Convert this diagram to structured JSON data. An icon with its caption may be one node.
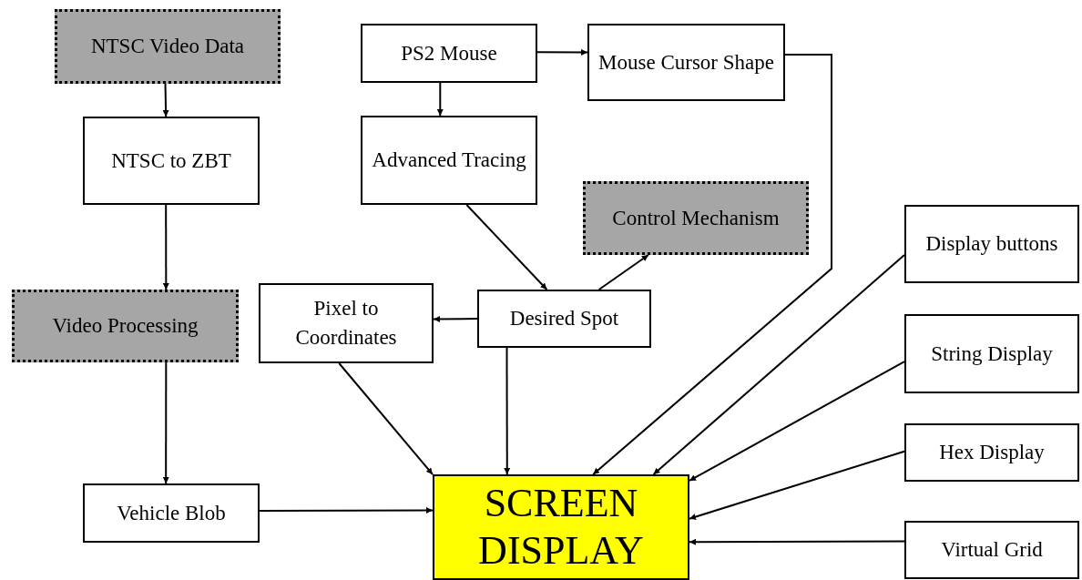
{
  "diagram": {
    "nodes": [
      {
        "text": [
          "NTSC Video Data"
        ]
      },
      {
        "text": [
          "PS2 Mouse"
        ]
      },
      {
        "text": [
          "Mouse Cursor Shape"
        ]
      },
      {
        "text": [
          "NTSC to ZBT"
        ]
      },
      {
        "text": [
          "Advanced Tracing"
        ]
      },
      {
        "text": [
          "Control Mechanism"
        ]
      },
      {
        "text": [
          "Display buttons"
        ]
      },
      {
        "text": [
          "Video Processing"
        ]
      },
      {
        "text": [
          "Pixel to Coordinates"
        ]
      },
      {
        "text": [
          "Desired Spot"
        ]
      },
      {
        "text": [
          "String Display"
        ]
      },
      {
        "text": [
          "Hex Display"
        ]
      },
      {
        "text": [
          "Vehicle Blob"
        ]
      },
      {
        "text": [
          "SCREEN DISPLAY"
        ]
      },
      {
        "text": [
          "Virtual Grid"
        ]
      }
    ],
    "edges": [
      {
        "from": 0,
        "to": 3,
        "arrow": "to"
      },
      {
        "from": 3,
        "to": 7,
        "arrow": "to"
      },
      {
        "from": 7,
        "to": 12,
        "arrow": "to"
      },
      {
        "from": 12,
        "to": 13,
        "arrow": "to"
      },
      {
        "from": 1,
        "to": 4,
        "arrow": "to"
      },
      {
        "from": 1,
        "to": 2,
        "arrow": "to"
      },
      {
        "from": 2,
        "to": 13,
        "arrow": "to"
      },
      {
        "from": 4,
        "to": 9,
        "arrow": "to"
      },
      {
        "from": 9,
        "to": 5,
        "arrow": "to"
      },
      {
        "from": 9,
        "to": 8,
        "arrow": "to"
      },
      {
        "from": 8,
        "to": 13,
        "arrow": "to"
      },
      {
        "from": 9,
        "to": 13,
        "arrow": "to"
      },
      {
        "from": 6,
        "to": 13,
        "arrow": "to"
      },
      {
        "from": 10,
        "to": 13,
        "arrow": "to"
      },
      {
        "from": 11,
        "to": 13,
        "arrow": "to"
      },
      {
        "from": 14,
        "to": 13,
        "arrow": "to"
      }
    ]
  }
}
